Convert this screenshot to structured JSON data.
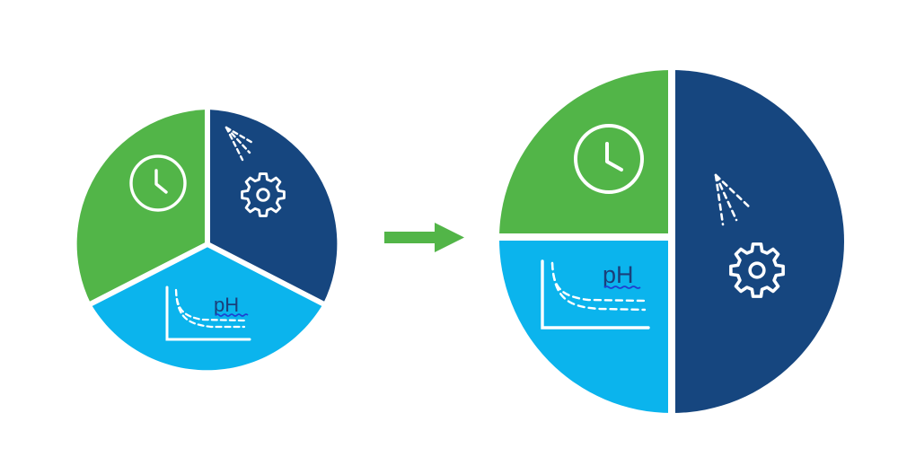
{
  "diagram": {
    "ph_label": "pH",
    "colors": {
      "time": "#52B548",
      "operation": "#16467F",
      "chemistry": "#0BB4ED",
      "arrow": "#52B548",
      "divider": "#ffffff",
      "ph_text": "#1B3F7A",
      "ph_underline": "#1F3FD0"
    },
    "icons": {
      "time": "clock-icon",
      "operation": "gear-icon",
      "spray": "spray-nozzle-icon",
      "chemistry": "titration-curve-icon"
    },
    "before": {
      "segments": [
        {
          "key": "time",
          "icon": "clock-icon",
          "fraction": 0.333
        },
        {
          "key": "operation",
          "icon": "gear-icon",
          "fraction": 0.333
        },
        {
          "key": "chemistry",
          "icon": "titration-curve-icon",
          "fraction": 0.333
        }
      ]
    },
    "after": {
      "segments": [
        {
          "key": "time",
          "icon": "clock-icon",
          "fraction": 0.25
        },
        {
          "key": "chemistry",
          "icon": "titration-curve-icon",
          "fraction": 0.25
        },
        {
          "key": "operation",
          "icon": "gear-icon",
          "fraction": 0.5
        }
      ]
    },
    "transition": {
      "icon": "right-arrow-icon"
    }
  }
}
